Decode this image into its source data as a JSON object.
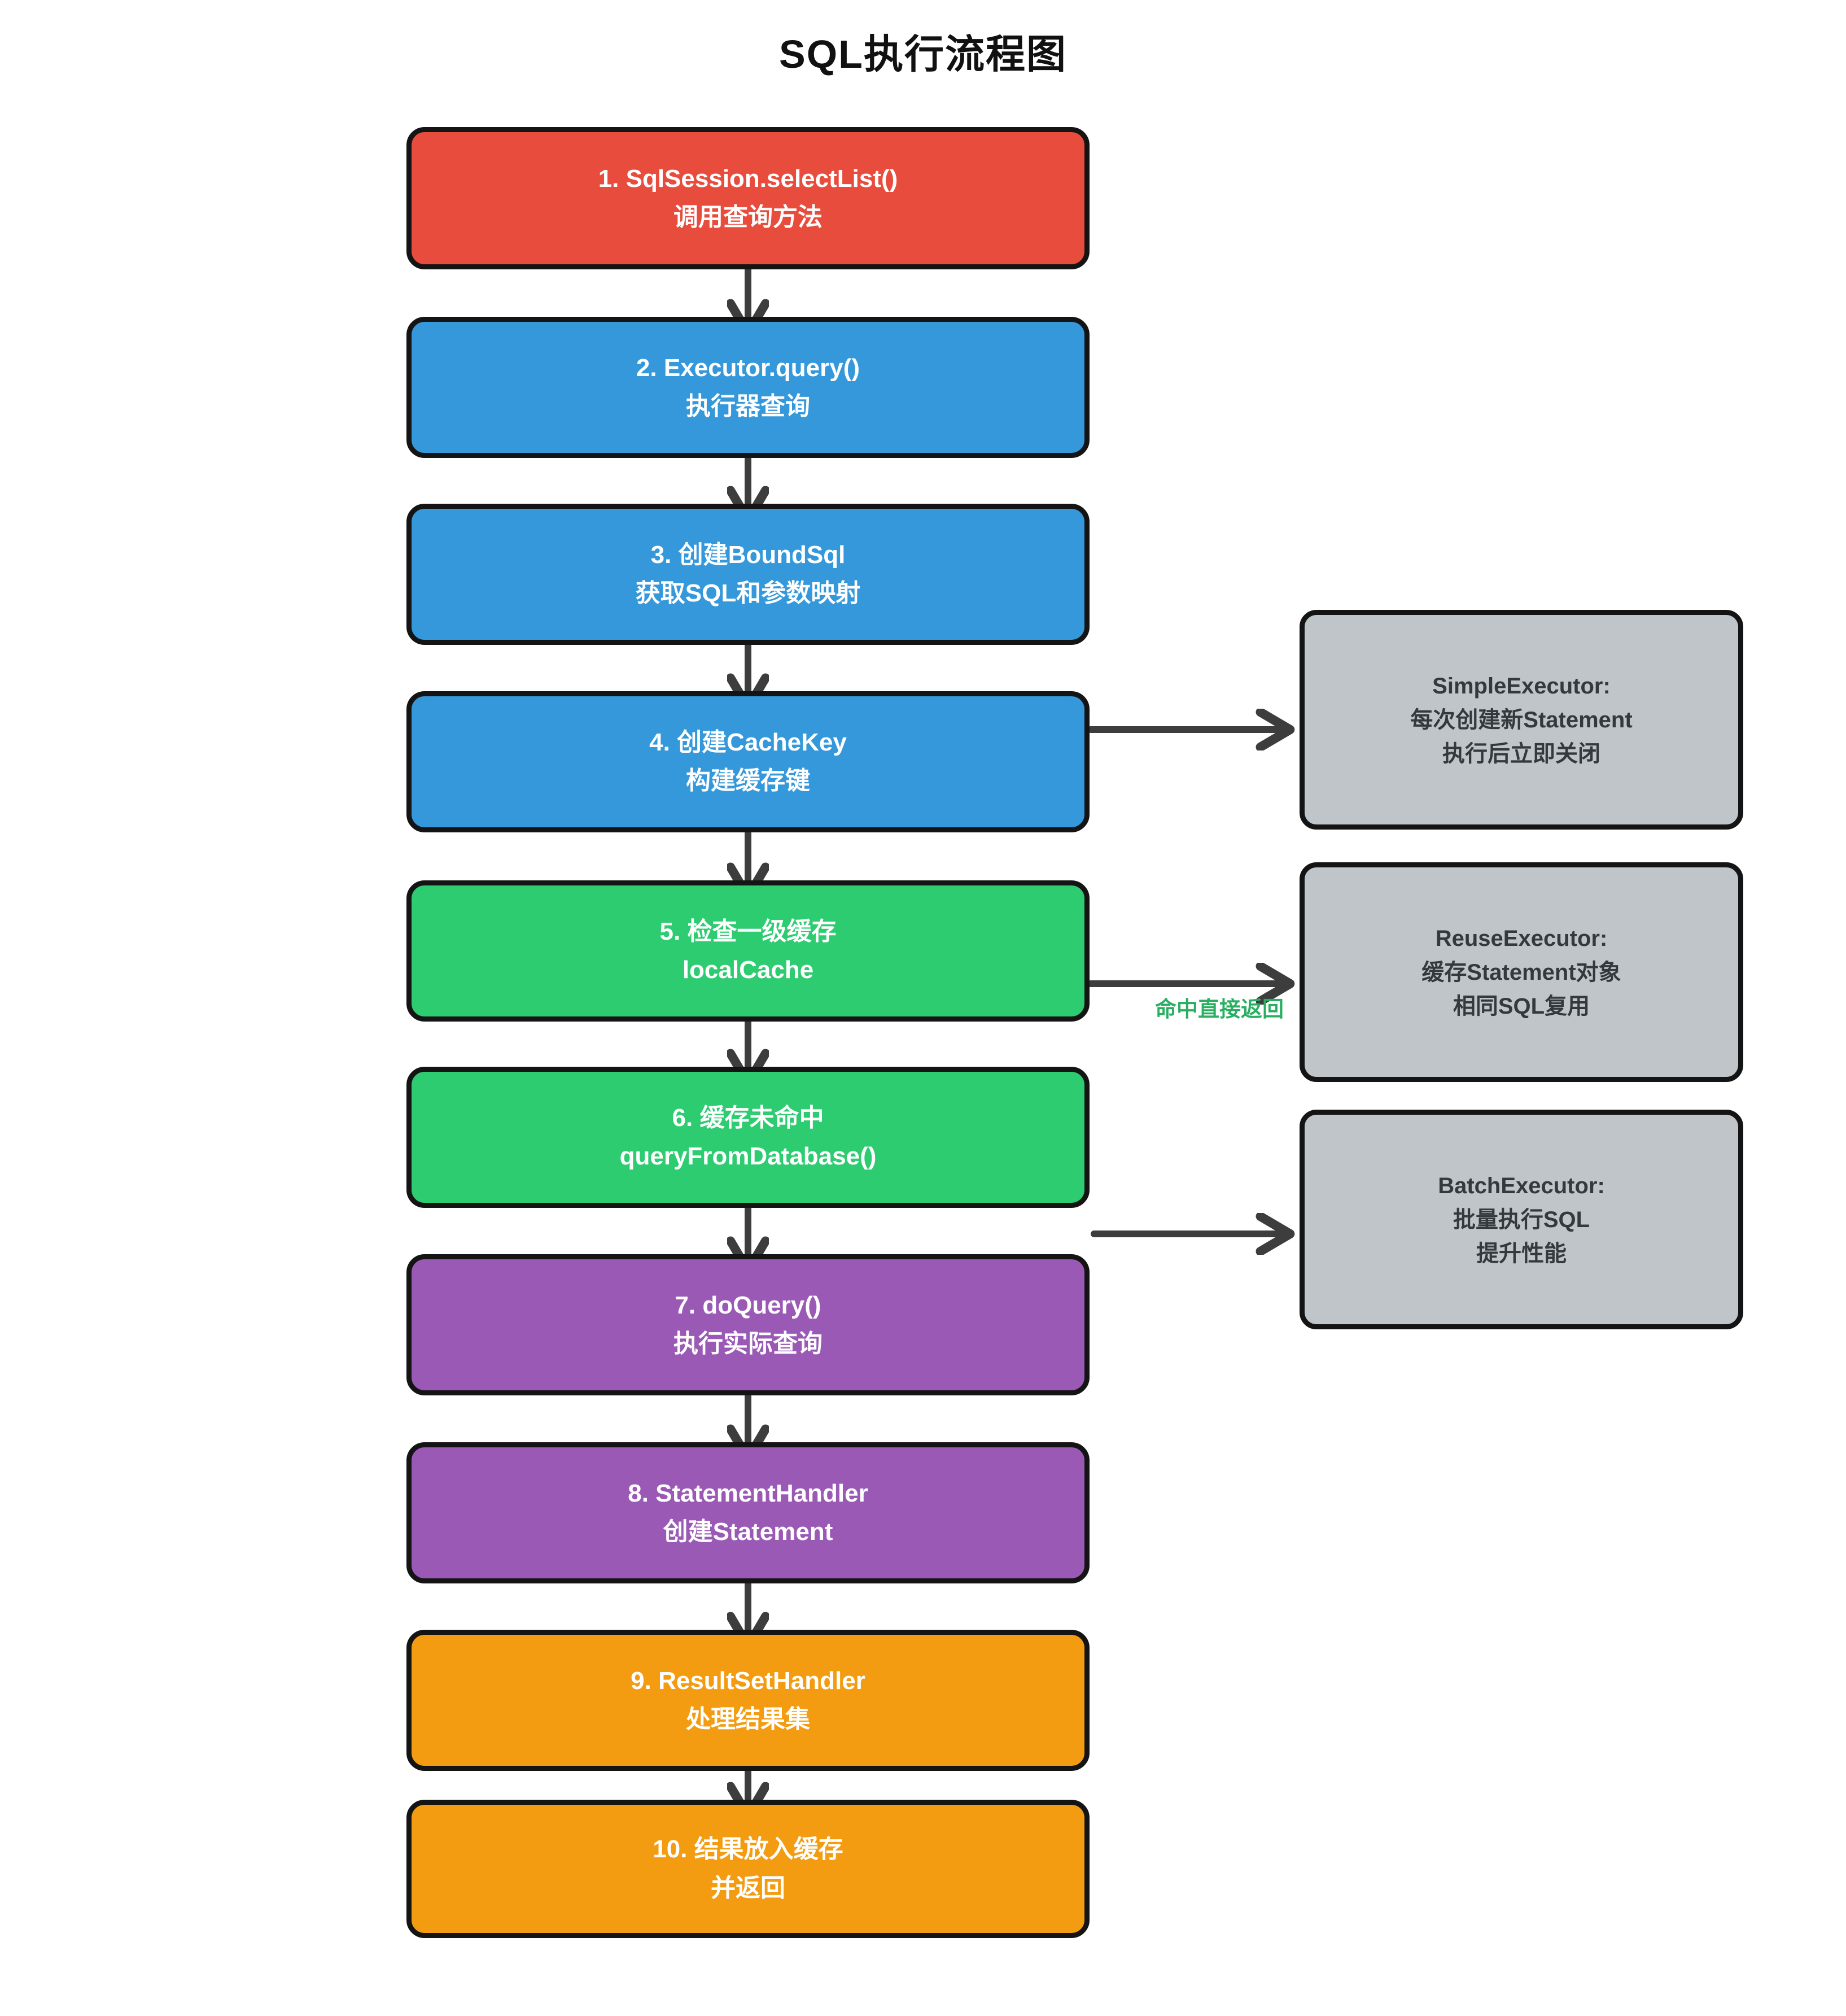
{
  "title": "SQL执行流程图",
  "flow_nodes": [
    {
      "title": "1. SqlSession.selectList()",
      "subtitle": "调用查询方法",
      "color": "#e74c3c"
    },
    {
      "title": "2. Executor.query()",
      "subtitle": "执行器查询",
      "color": "#3498db"
    },
    {
      "title": "3. 创建BoundSql",
      "subtitle": "获取SQL和参数映射",
      "color": "#3498db"
    },
    {
      "title": "4. 创建CacheKey",
      "subtitle": "构建缓存键",
      "color": "#3498db"
    },
    {
      "title": "5. 检查一级缓存",
      "subtitle": "localCache",
      "color": "#2ecc71"
    },
    {
      "title": "6. 缓存未命中",
      "subtitle": "queryFromDatabase()",
      "color": "#2ecc71"
    },
    {
      "title": "7. doQuery()",
      "subtitle": "执行实际查询",
      "color": "#9b59b6"
    },
    {
      "title": "8. StatementHandler",
      "subtitle": "创建Statement",
      "color": "#9b59b6"
    },
    {
      "title": "9. ResultSetHandler",
      "subtitle": "处理结果集",
      "color": "#f39c12"
    },
    {
      "title": "10. 结果放入缓存",
      "subtitle": "并返回",
      "color": "#f39c12"
    }
  ],
  "executor_notes": [
    {
      "title": "SimpleExecutor:",
      "line2": "每次创建新Statement",
      "line3": "执行后立即关闭"
    },
    {
      "title": "ReuseExecutor:",
      "line2": "缓存Statement对象",
      "line3": "相同SQL复用"
    },
    {
      "title": "BatchExecutor:",
      "line2": "批量执行SQL",
      "line3": "提升性能"
    }
  ],
  "edge_label": "命中直接返回",
  "colors": {
    "red": "#e74c3c",
    "blue": "#3498db",
    "green": "#2ecc71",
    "purple": "#9b59b6",
    "orange": "#f39c12",
    "note_bg": "#bfc5c9",
    "note_text": "#34393d",
    "edge_label_green": "#2aaf62",
    "arrow": "#3d3d3d",
    "node_border": "#141414"
  }
}
